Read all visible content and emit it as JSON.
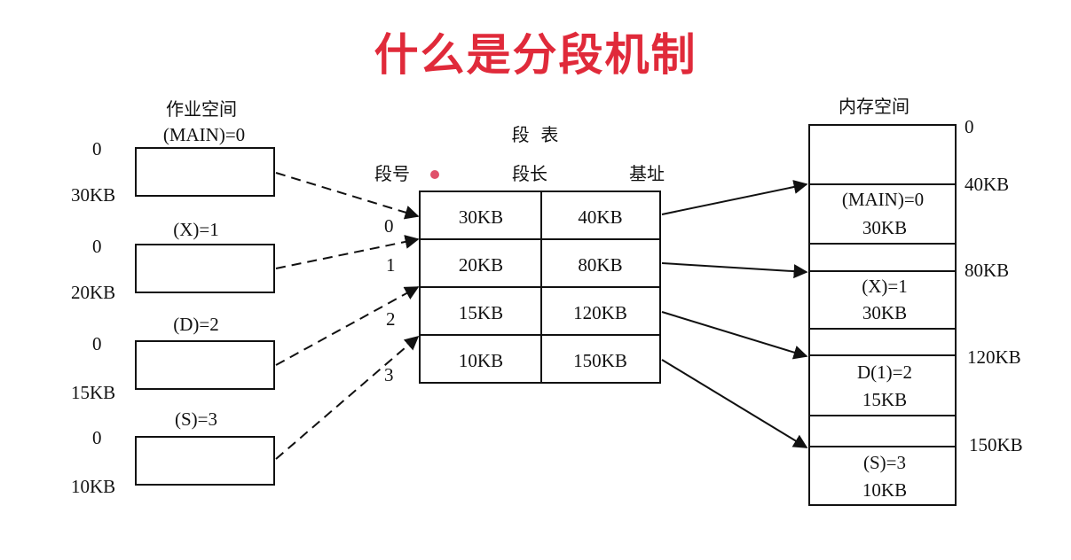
{
  "title": "什么是分段机制",
  "colors": {
    "title": "#e02a3a",
    "line": "#111111",
    "cursor_dot": "#e0506a"
  },
  "job_space": {
    "heading_line1": "作业空间",
    "segments": [
      {
        "label": "(MAIN)=0",
        "start": "0",
        "end": "30KB"
      },
      {
        "label": "(X)=1",
        "start": "0",
        "end": "20KB"
      },
      {
        "label": "(D)=2",
        "start": "0",
        "end": "15KB"
      },
      {
        "label": "(S)=3",
        "start": "0",
        "end": "10KB"
      }
    ]
  },
  "segment_table": {
    "heading": "段  表",
    "col_number": "段号",
    "col_length": "段长",
    "col_base": "基址",
    "rows": [
      {
        "num": "0",
        "length": "30KB",
        "base": "40KB"
      },
      {
        "num": "1",
        "length": "20KB",
        "base": "80KB"
      },
      {
        "num": "2",
        "length": "15KB",
        "base": "120KB"
      },
      {
        "num": "3",
        "length": "10KB",
        "base": "150KB"
      }
    ]
  },
  "memory_space": {
    "heading": "内存空间",
    "addresses": [
      "0",
      "40KB",
      "80KB",
      "120KB",
      "150KB"
    ],
    "blocks": [
      {
        "name": "(MAIN)=0",
        "size": "30KB"
      },
      {
        "name": "(X)=1",
        "size": "30KB"
      },
      {
        "name": "D(1)=2",
        "size": "15KB"
      },
      {
        "name": "(S)=3",
        "size": "10KB"
      }
    ]
  }
}
